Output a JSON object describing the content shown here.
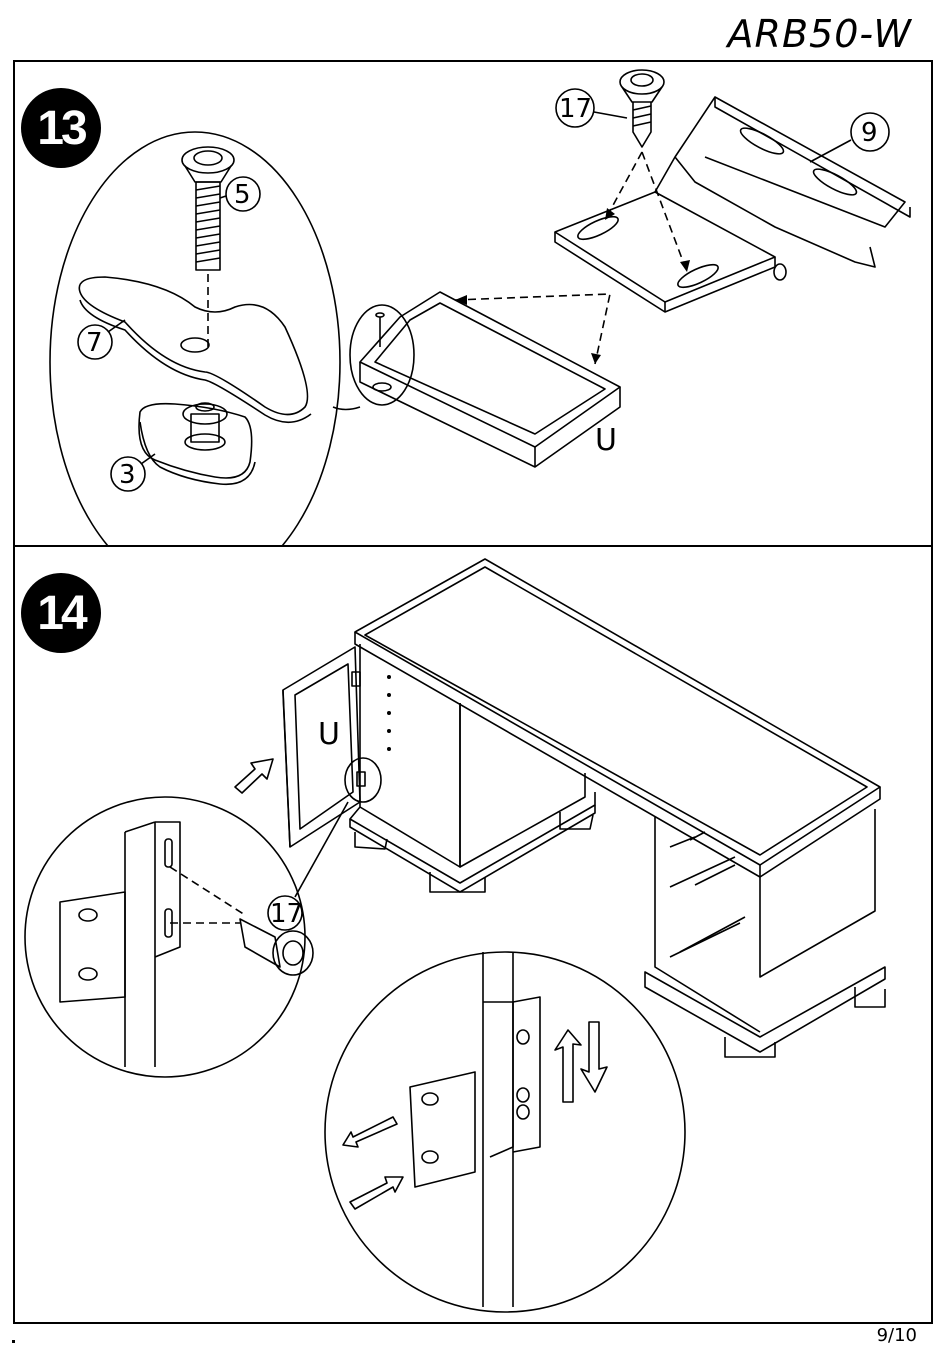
{
  "header": {
    "model_code": "ARB50-W"
  },
  "steps": [
    {
      "number": "13",
      "part_labels": {
        "screw_long": "5",
        "plate": "7",
        "glide": "3",
        "screw_short": "17",
        "bracket": "9"
      },
      "component_label": "U"
    },
    {
      "number": "14",
      "part_labels": {
        "screw_short": "17"
      },
      "component_label": "U"
    }
  ],
  "footer": {
    "page_number": "9/10"
  }
}
